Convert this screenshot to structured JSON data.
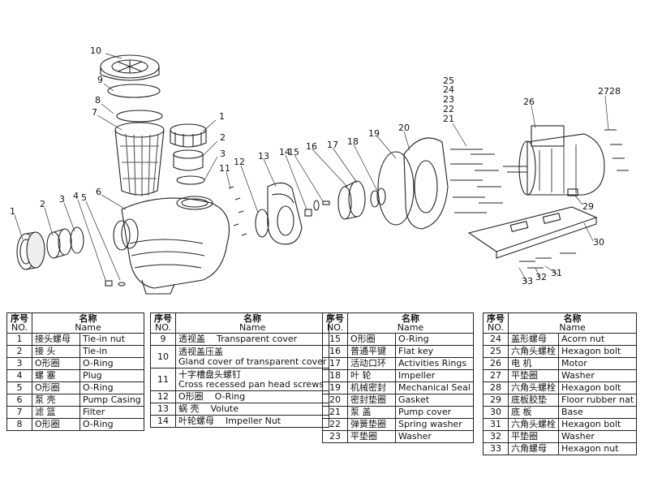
{
  "callouts": [
    "1",
    "2",
    "3",
    "4",
    "5",
    "6",
    "7",
    "8",
    "9",
    "10",
    "1",
    "2",
    "3",
    "11",
    "12",
    "13",
    "14",
    "15",
    "16",
    "17",
    "18",
    "19",
    "20",
    "21",
    "22",
    "23",
    "24",
    "25",
    "26",
    "27",
    "28",
    "29",
    "30",
    "31",
    "32",
    "33"
  ],
  "header": {
    "no_cn": "序号",
    "no_en": "NO.",
    "name_cn": "名称",
    "name_en": "Name"
  },
  "tables": [
    {
      "rows": [
        {
          "no": "1",
          "cn": "接头螺母",
          "en": "Tie-in nut"
        },
        {
          "no": "2",
          "cn": "接 头",
          "en": "Tie-in"
        },
        {
          "no": "3",
          "cn": "O形圈",
          "en": "O-Ring"
        },
        {
          "no": "4",
          "cn": "螺 塞",
          "en": "Plug"
        },
        {
          "no": "5",
          "cn": "O形圈",
          "en": "O-Ring"
        },
        {
          "no": "6",
          "cn": "泵 壳",
          "en": "Pump Casing"
        },
        {
          "no": "7",
          "cn": "滤 篮",
          "en": "Filter"
        },
        {
          "no": "8",
          "cn": "O形圈",
          "en": "O-Ring"
        }
      ]
    },
    {
      "rows": [
        {
          "no": "9",
          "cn": "透视盖",
          "en": "Transparent cover"
        },
        {
          "no": "10",
          "cn": "透视盖压盖",
          "en": "Gland cover of transparent cover"
        },
        {
          "no": "11",
          "cn": "十字槽盘头螺钉",
          "en": "Cross recessed pan head screws"
        },
        {
          "no": "12",
          "cn": "O形圈",
          "en": "O-Ring"
        },
        {
          "no": "13",
          "cn": "蜗 壳",
          "en": "Volute"
        },
        {
          "no": "14",
          "cn": "叶轮螺母",
          "en": "Impeller Nut"
        }
      ]
    },
    {
      "rows": [
        {
          "no": "15",
          "cn": "O形圈",
          "en": "O-Ring"
        },
        {
          "no": "16",
          "cn": "普通平键",
          "en": "Flat key"
        },
        {
          "no": "17",
          "cn": "活动口环",
          "en": "Activities Rings"
        },
        {
          "no": "18",
          "cn": "叶 轮",
          "en": "Impeller"
        },
        {
          "no": "19",
          "cn": "机械密封",
          "en": "Mechanical Seal"
        },
        {
          "no": "20",
          "cn": "密封垫圈",
          "en": "Gasket"
        },
        {
          "no": "21",
          "cn": "泵 盖",
          "en": "Pump cover"
        },
        {
          "no": "22",
          "cn": "弹簧垫圈",
          "en": "Spring washer"
        },
        {
          "no": "23",
          "cn": "平垫圈",
          "en": "Washer"
        }
      ]
    },
    {
      "rows": [
        {
          "no": "24",
          "cn": "盖形螺母",
          "en": "Acorn nut"
        },
        {
          "no": "25",
          "cn": "六角头螺栓",
          "en": "Hexagon bolt"
        },
        {
          "no": "26",
          "cn": "电 机",
          "en": "Motor"
        },
        {
          "no": "27",
          "cn": "平垫圈",
          "en": "Washer"
        },
        {
          "no": "28",
          "cn": "六角头螺栓",
          "en": "Hexagon bolt"
        },
        {
          "no": "29",
          "cn": "底板胶垫",
          "en": "Floor rubber nat"
        },
        {
          "no": "30",
          "cn": "底 板",
          "en": "Base"
        },
        {
          "no": "31",
          "cn": "六角头螺栓",
          "en": "Hexagon bolt"
        },
        {
          "no": "32",
          "cn": "平垫圈",
          "en": "Washer"
        },
        {
          "no": "33",
          "cn": "六角螺母",
          "en": "Hexagon nut"
        }
      ]
    }
  ]
}
